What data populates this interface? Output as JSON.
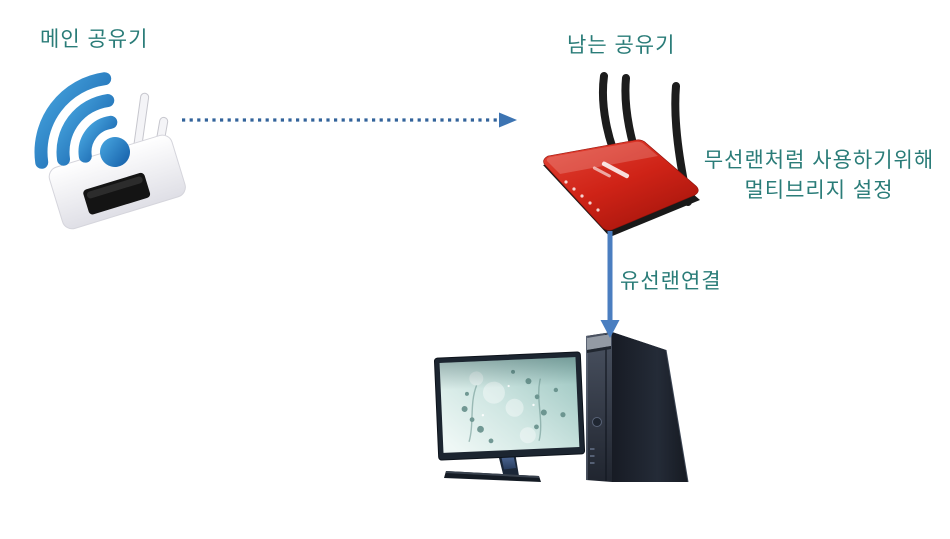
{
  "diagram": {
    "labels": {
      "main_router": "메인 공유기",
      "spare_router": "남는 공유기",
      "multibridge_line1": "무선랜처럼 사용하기위해",
      "multibridge_line2": "멀티브리지 설정",
      "wired_lan": "유선랜연결"
    },
    "colors": {
      "label_text": "#2a7c78",
      "dotted_arrow": "#33639b",
      "dotted_arrow_head": "#3d74b2",
      "solid_arrow": "#4a7ec0",
      "wifi_blue": "#2b8ad0",
      "router_red": "#c9231a",
      "antenna_black": "#1c1c1c",
      "tower_dark": "#1d2330",
      "screen_aqua": "#bcdcd7"
    },
    "icons": {
      "main_router": "white-wifi-router",
      "spare_router": "red-three-antenna-router",
      "desktop_pc": "desktop-computer-with-monitor",
      "wireless_link": "dotted-arrow-right",
      "wired_link": "solid-arrow-down"
    }
  }
}
